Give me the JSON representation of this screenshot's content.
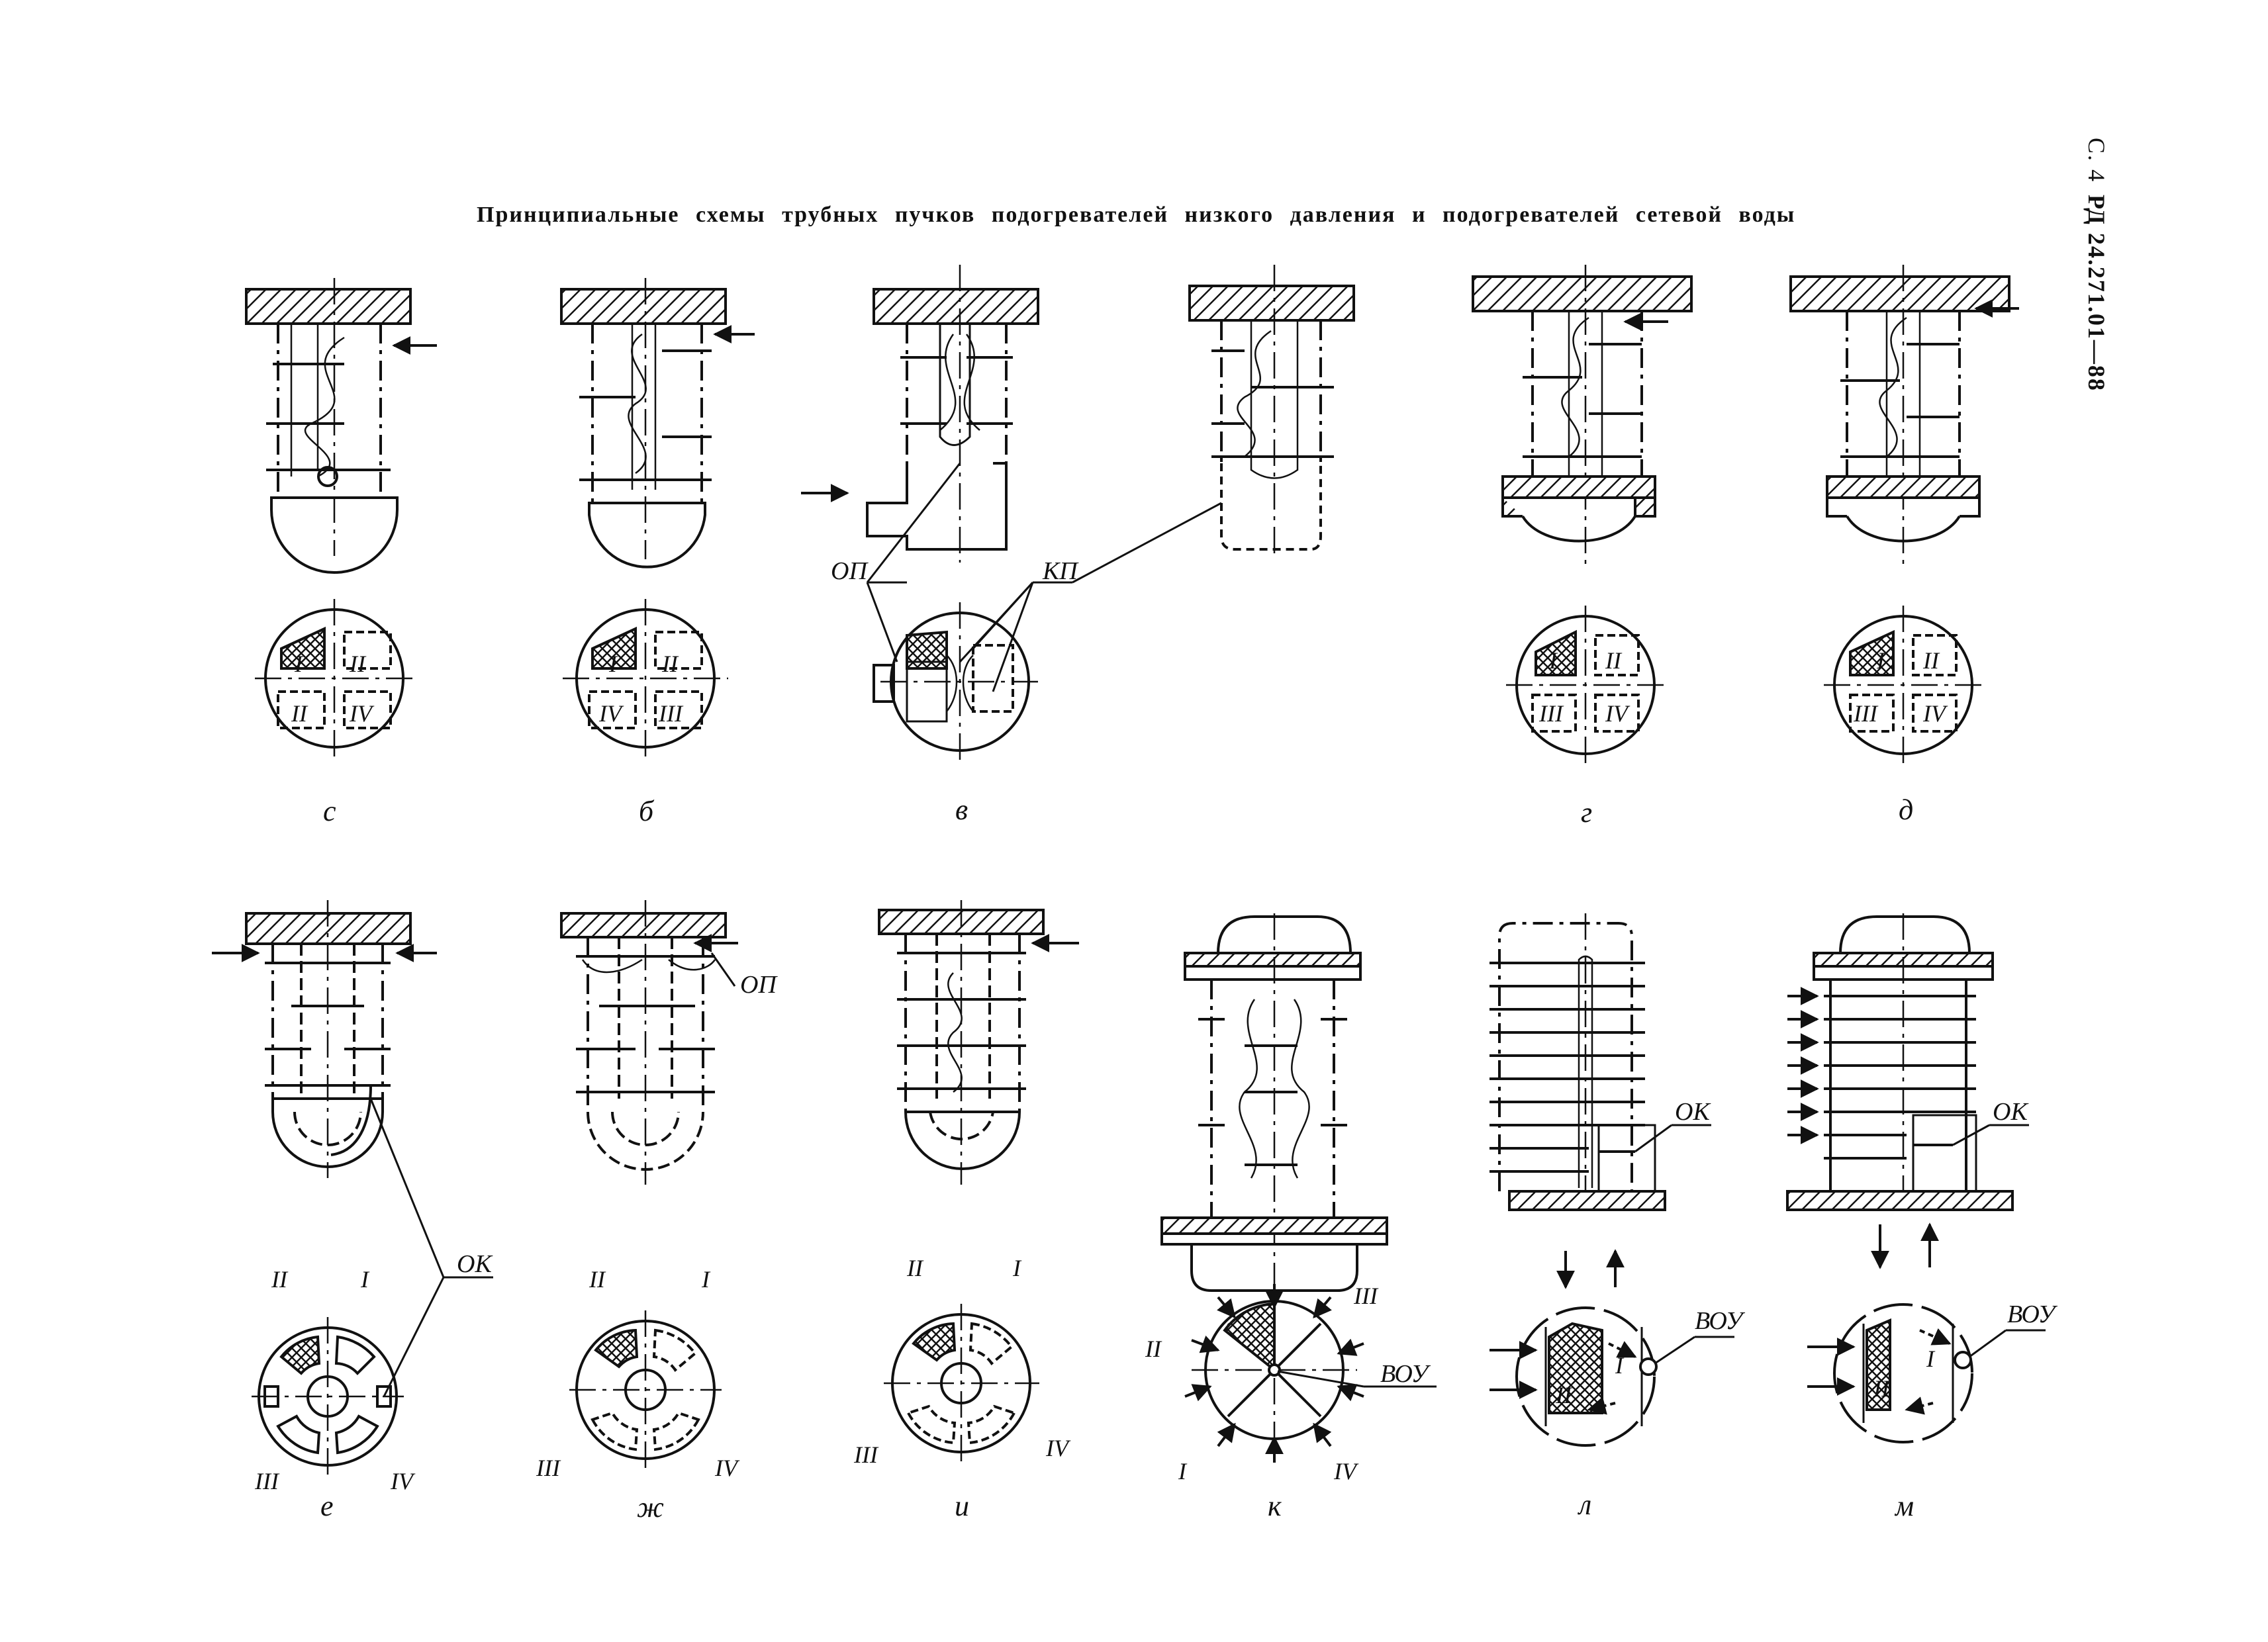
{
  "header": {
    "title": "Принципиальные схемы трубных пучков подогревателей низкого давления и подогревателей сетевой воды",
    "page": "С. 4",
    "doc_code": "РД 24.271.01—88"
  },
  "captions": {
    "a": "с",
    "b": "б",
    "v": "в",
    "g": "г",
    "d": "д",
    "e": "е",
    "zh": "ж",
    "i": "и",
    "k": "к",
    "l": "л",
    "m": "м"
  },
  "labels": {
    "op": "ОП",
    "kp": "КП",
    "ok": "ОК",
    "vou": "ВОУ"
  },
  "roman": {
    "I": "I",
    "II": "II",
    "III": "III",
    "IV": "IV"
  }
}
